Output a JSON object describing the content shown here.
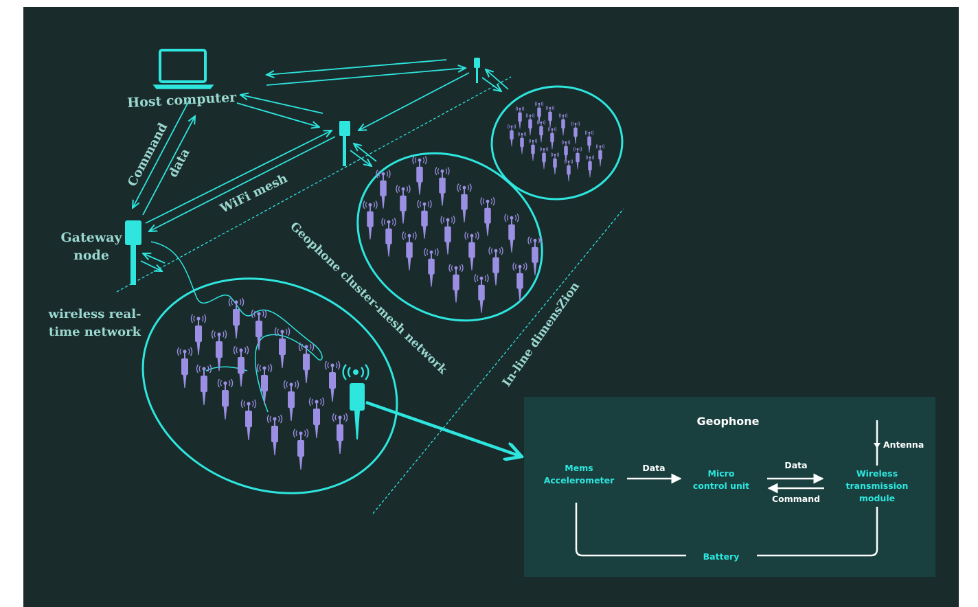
{
  "colors": {
    "background": "#1a2b2c",
    "accent": "#2ee6de",
    "label": "#9ad8d0",
    "geophone": "#9b8fe3",
    "panel": "#19403f",
    "white": "#ffffff"
  },
  "network": {
    "host_computer": "Host computer",
    "command": "Command",
    "data": "data",
    "wifi_mesh": "WiFi mesh",
    "gateway_line1": "Gateway",
    "gateway_line2": "node",
    "wireless_line1": "wireless real-",
    "wireless_line2": "time network",
    "cluster_mesh": "Geophone cluster-mesh network",
    "inline": "In-line dimensZion"
  },
  "panel": {
    "title": "Geophone",
    "mems_line1": "Mems",
    "mems_line2": "Accelerometer",
    "data_left": "Data",
    "mcu_line1": "Micro",
    "mcu_line2": "control unit",
    "data_right": "Data",
    "command": "Command",
    "wireless_line1": "Wireless",
    "wireless_line2": "transmission",
    "wireless_line3": "module",
    "antenna": "Antenna",
    "battery": "Battery"
  },
  "icons": [
    "laptop-icon",
    "antenna-tower-icon",
    "geophone-sensor-icon",
    "wireless-signal-icon"
  ]
}
